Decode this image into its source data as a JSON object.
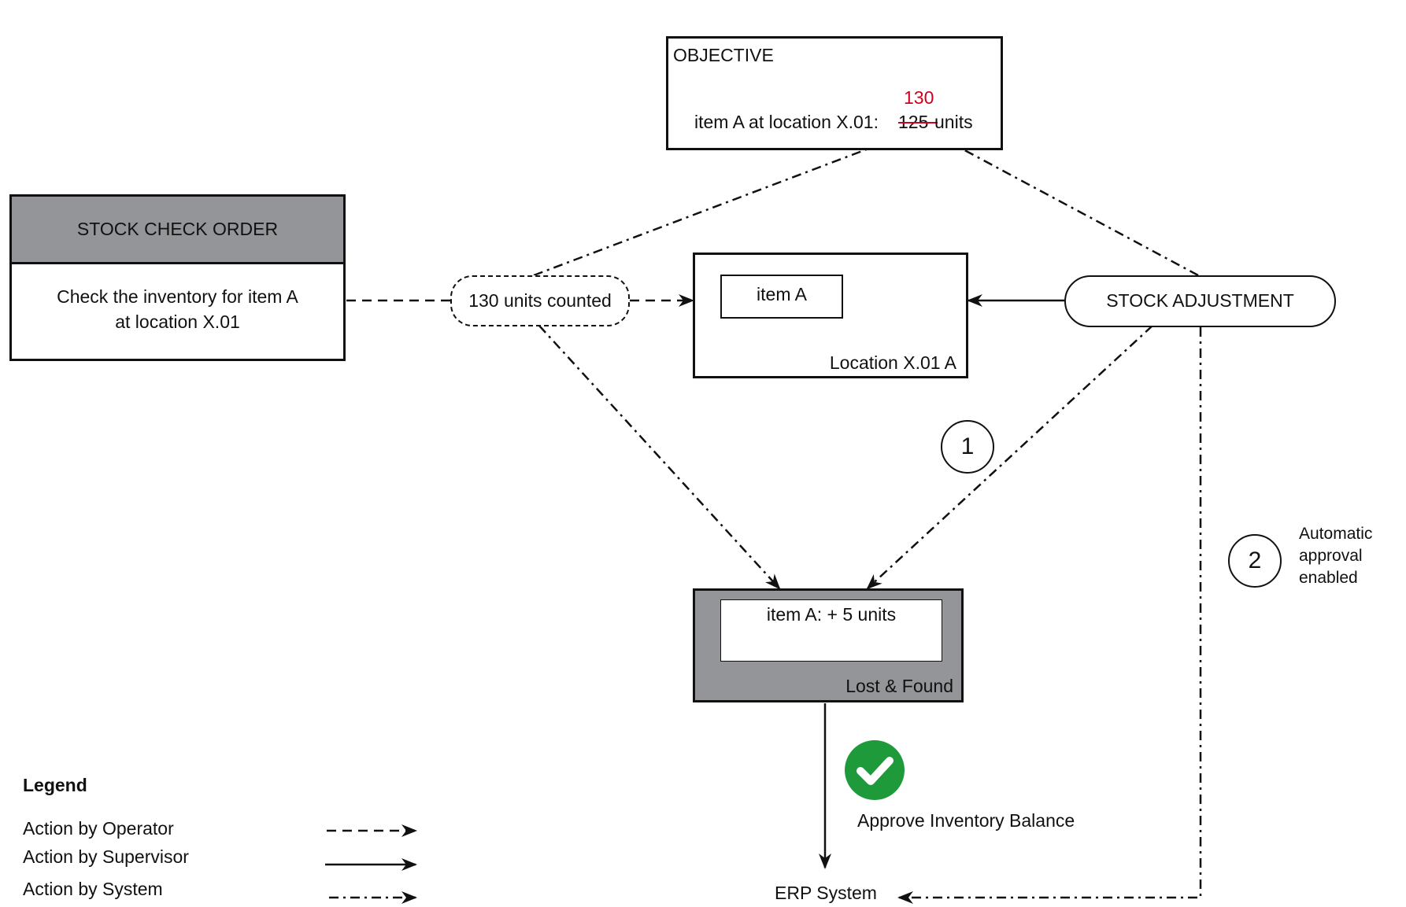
{
  "objective": {
    "title": "OBJECTIVE",
    "prefix": "item A at location X.01:",
    "old_value": "125",
    "new_value": "130",
    "suffix": "units"
  },
  "stock_check_order": {
    "title": "STOCK CHECK ORDER",
    "line1": "Check the inventory for item A",
    "line2": "at location X.01"
  },
  "counted": "130 units counted",
  "location": {
    "item": "item A",
    "name": "Location X.01 A"
  },
  "stock_adjustment": "STOCK ADJUSTMENT",
  "step1": "1",
  "step2": "2",
  "auto_approval": {
    "line1": "Automatic",
    "line2": "approval",
    "line3": "enabled"
  },
  "lost_found": {
    "item": "item A: + 5 units",
    "name": "Lost & Found"
  },
  "approve": "Approve Inventory Balance",
  "erp": "ERP System",
  "legend": {
    "title": "Legend",
    "operator": "Action by Operator",
    "supervisor": "Action by Supervisor",
    "system": "Action by System"
  },
  "colors": {
    "header_gray": "#939598",
    "accent_red": "#d0021b",
    "approve_green": "#1e9a3b"
  }
}
